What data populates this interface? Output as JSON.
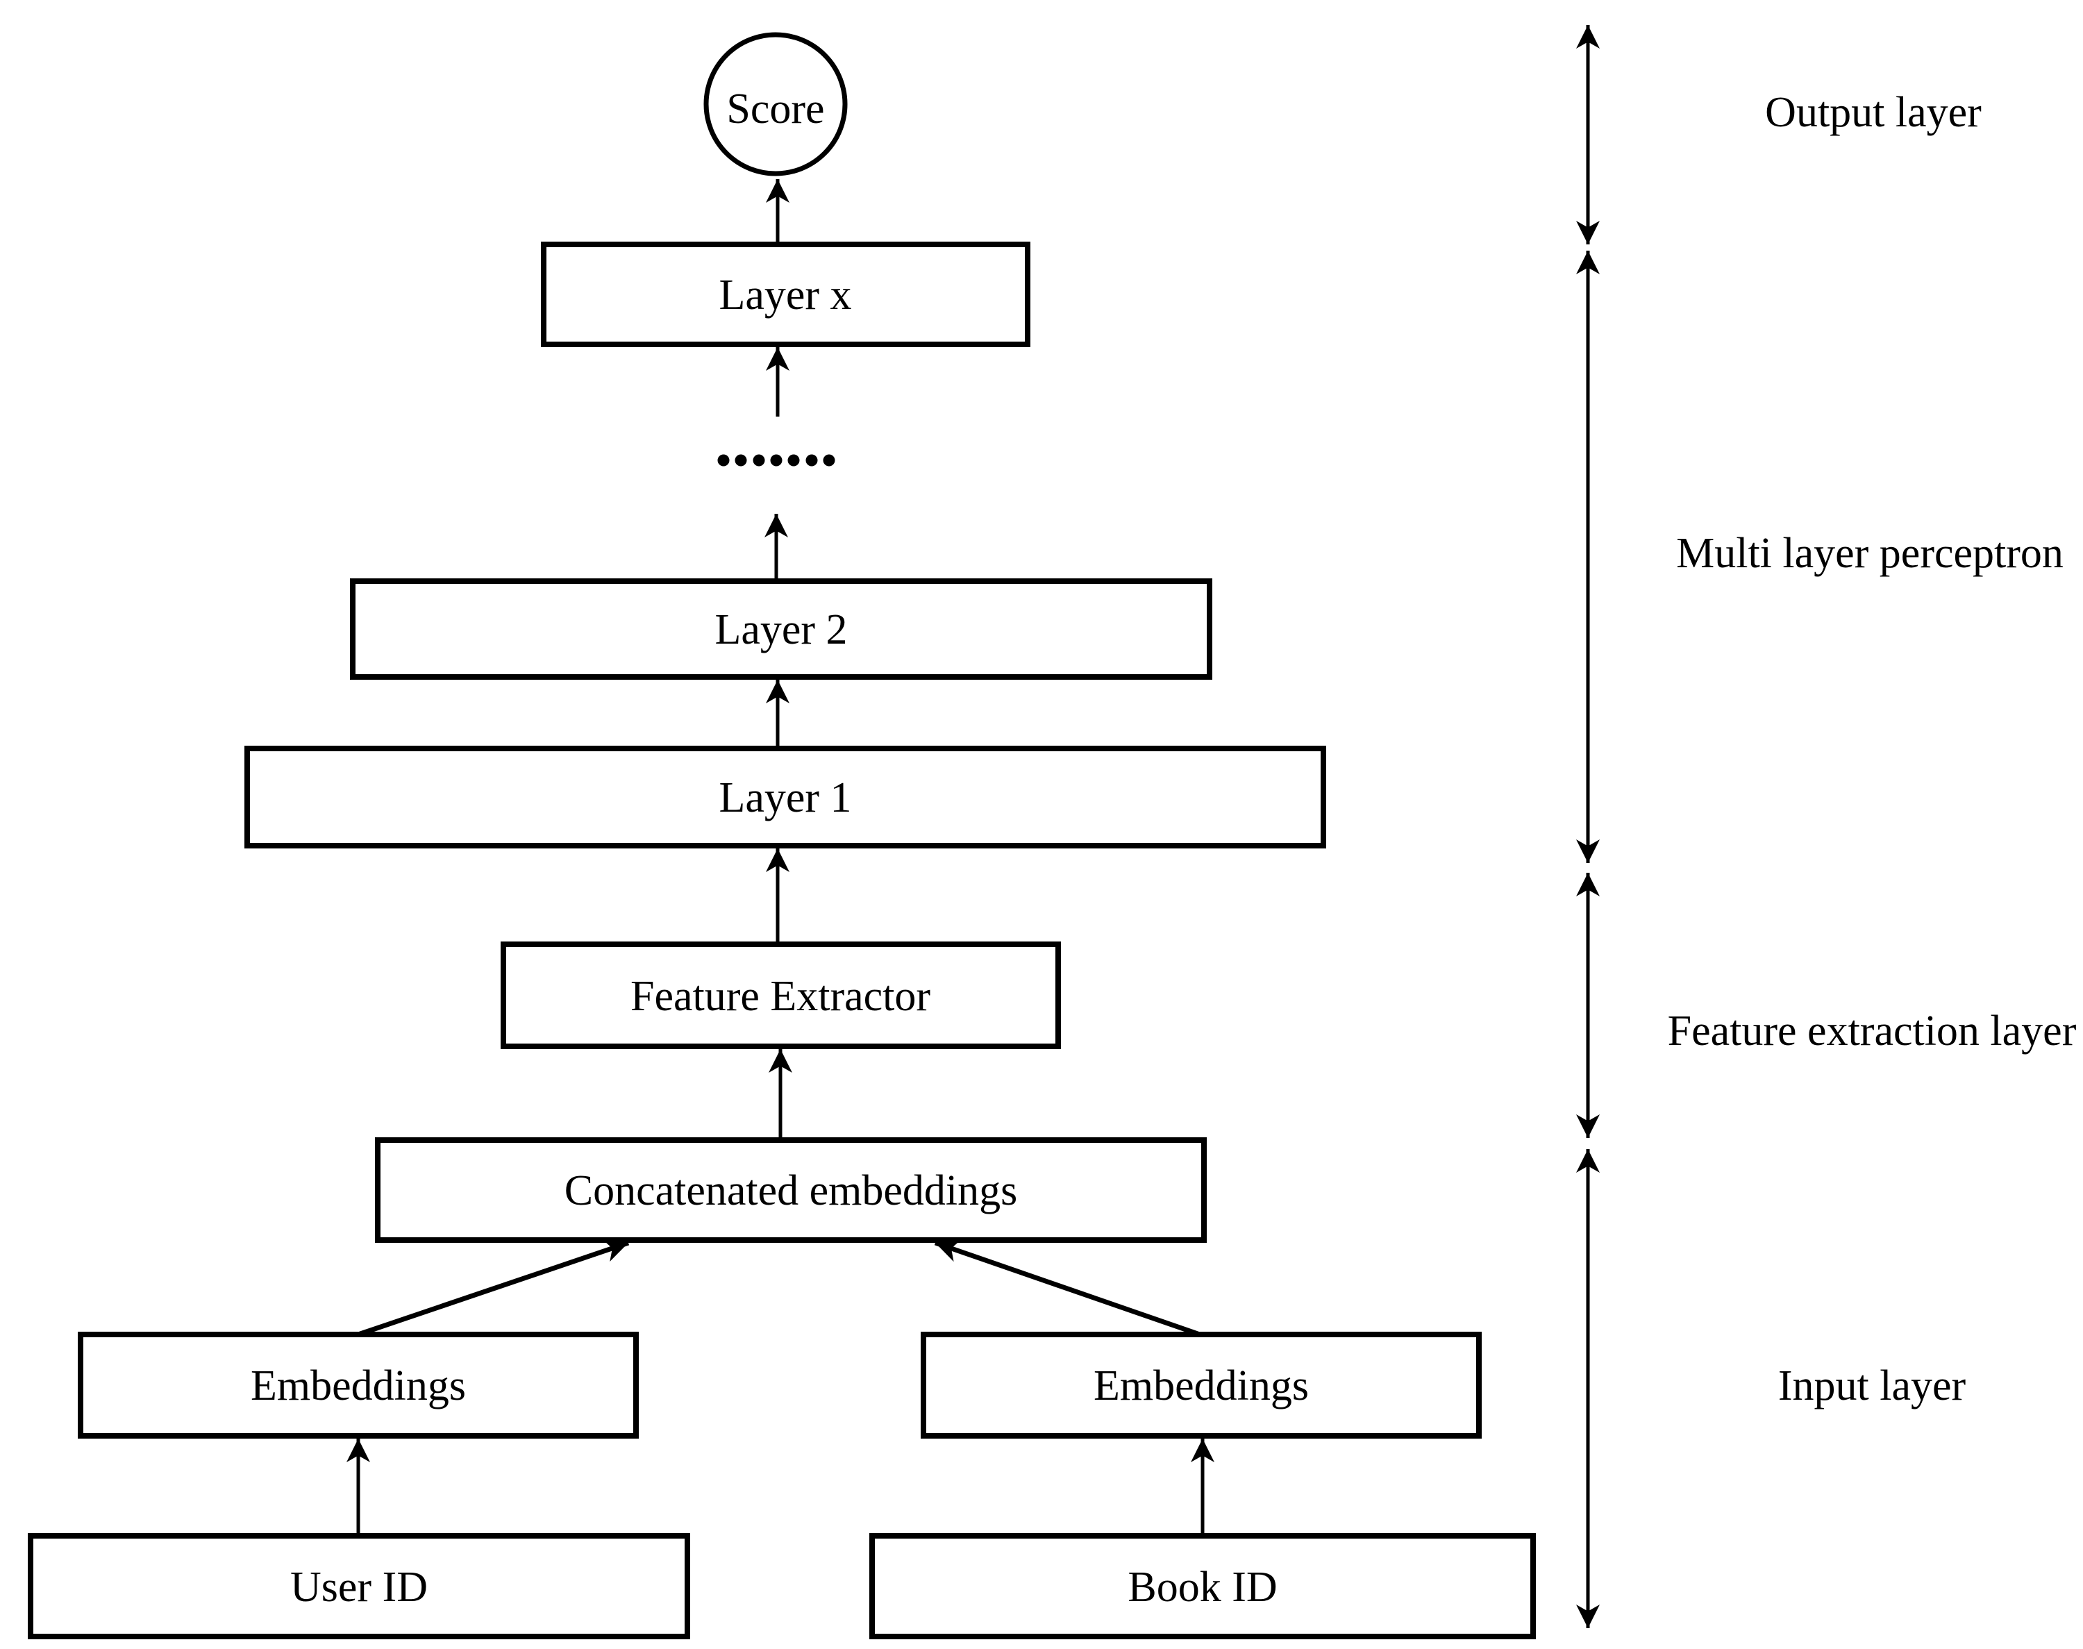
{
  "colors": {
    "ink": "#000000",
    "background": "#ffffff"
  },
  "nodes": {
    "score": "Score",
    "layer_x": "Layer x",
    "layer_2": "Layer 2",
    "layer_1": "Layer 1",
    "feature_extractor": "Feature Extractor",
    "concatenated_embeddings": "Concatenated embeddings",
    "embeddings_user": "Embeddings",
    "embeddings_book": "Embeddings",
    "user_id": "User ID",
    "book_id": "Book ID"
  },
  "ellipsis": {
    "dot_count": 7
  },
  "region_labels": {
    "output": "Output layer",
    "mlp": "Multi layer perceptron",
    "feature_extraction": "Feature extraction layer",
    "input": "Input layer"
  }
}
